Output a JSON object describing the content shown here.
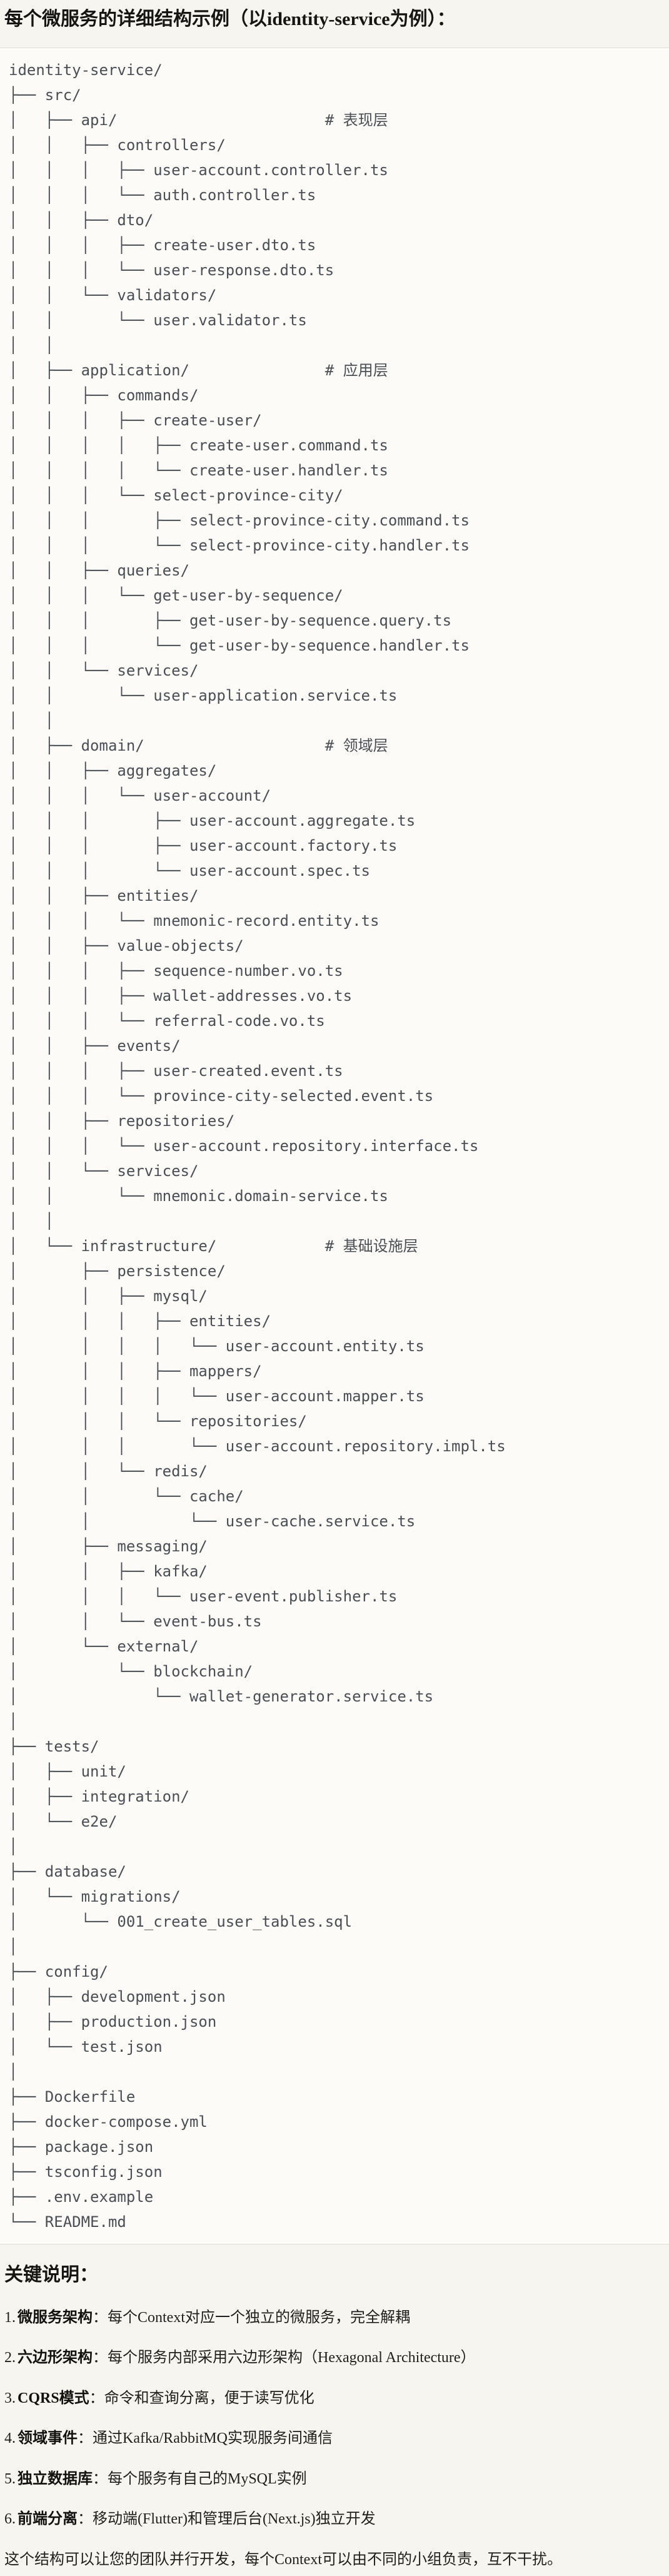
{
  "title": "每个微服务的详细结构示例（以identity-service为例）：",
  "tree": {
    "lines": [
      "identity-service/",
      "├── src/",
      "│   ├── api/                       # 表现层",
      "│   │   ├── controllers/",
      "│   │   │   ├── user-account.controller.ts",
      "│   │   │   └── auth.controller.ts",
      "│   │   ├── dto/",
      "│   │   │   ├── create-user.dto.ts",
      "│   │   │   └── user-response.dto.ts",
      "│   │   └── validators/",
      "│   │       └── user.validator.ts",
      "│   │",
      "│   ├── application/               # 应用层",
      "│   │   ├── commands/",
      "│   │   │   ├── create-user/",
      "│   │   │   │   ├── create-user.command.ts",
      "│   │   │   │   └── create-user.handler.ts",
      "│   │   │   └── select-province-city/",
      "│   │   │       ├── select-province-city.command.ts",
      "│   │   │       └── select-province-city.handler.ts",
      "│   │   ├── queries/",
      "│   │   │   └── get-user-by-sequence/",
      "│   │   │       ├── get-user-by-sequence.query.ts",
      "│   │   │       └── get-user-by-sequence.handler.ts",
      "│   │   └── services/",
      "│   │       └── user-application.service.ts",
      "│   │",
      "│   ├── domain/                    # 领域层",
      "│   │   ├── aggregates/",
      "│   │   │   └── user-account/",
      "│   │   │       ├── user-account.aggregate.ts",
      "│   │   │       ├── user-account.factory.ts",
      "│   │   │       └── user-account.spec.ts",
      "│   │   ├── entities/",
      "│   │   │   └── mnemonic-record.entity.ts",
      "│   │   ├── value-objects/",
      "│   │   │   ├── sequence-number.vo.ts",
      "│   │   │   ├── wallet-addresses.vo.ts",
      "│   │   │   └── referral-code.vo.ts",
      "│   │   ├── events/",
      "│   │   │   ├── user-created.event.ts",
      "│   │   │   └── province-city-selected.event.ts",
      "│   │   ├── repositories/",
      "│   │   │   └── user-account.repository.interface.ts",
      "│   │   └── services/",
      "│   │       └── mnemonic.domain-service.ts",
      "│   │",
      "│   └── infrastructure/            # 基础设施层",
      "│       ├── persistence/",
      "│       │   ├── mysql/",
      "│       │   │   ├── entities/",
      "│       │   │   │   └── user-account.entity.ts",
      "│       │   │   ├── mappers/",
      "│       │   │   │   └── user-account.mapper.ts",
      "│       │   │   └── repositories/",
      "│       │   │       └── user-account.repository.impl.ts",
      "│       │   └── redis/",
      "│       │       └── cache/",
      "│       │           └── user-cache.service.ts",
      "│       ├── messaging/",
      "│       │   ├── kafka/",
      "│       │   │   └── user-event.publisher.ts",
      "│       │   └── event-bus.ts",
      "│       └── external/",
      "│           └── blockchain/",
      "│               └── wallet-generator.service.ts",
      "│",
      "├── tests/",
      "│   ├── unit/",
      "│   ├── integration/",
      "│   └── e2e/",
      "│",
      "├── database/",
      "│   └── migrations/",
      "│       └── 001_create_user_tables.sql",
      "│",
      "├── config/",
      "│   ├── development.json",
      "│   ├── production.json",
      "│   └── test.json",
      "│",
      "├── Dockerfile",
      "├── docker-compose.yml",
      "├── package.json",
      "├── tsconfig.json",
      "├── .env.example",
      "└── README.md"
    ]
  },
  "notes": {
    "heading": "关键说明：",
    "items": [
      {
        "num": "1.",
        "term": "微服务架构",
        "text": "：每个Context对应一个独立的微服务，完全解耦"
      },
      {
        "num": "2.",
        "term": "六边形架构",
        "text": "：每个服务内部采用六边形架构（Hexagonal Architecture）"
      },
      {
        "num": "3.",
        "term": "CQRS模式",
        "text": "：命令和查询分离，便于读写优化"
      },
      {
        "num": "4.",
        "term": "领域事件",
        "text": "：通过Kafka/RabbitMQ实现服务间通信"
      },
      {
        "num": "5.",
        "term": "独立数据库",
        "text": "：每个服务有自己的MySQL实例"
      },
      {
        "num": "6.",
        "term": "前端分离",
        "text": "：移动端(Flutter)和管理后台(Next.js)独立开发"
      }
    ],
    "footer": "这个结构可以让您的团队并行开发，每个Context可以由不同的小组负责，互不干扰。"
  },
  "colors": {
    "page_bg": "#F7F5F0",
    "code_bg": "#FCFBF8",
    "code_border": "#DFDDD7",
    "code_text": "#4A4F55",
    "body_text": "#211F1D"
  }
}
